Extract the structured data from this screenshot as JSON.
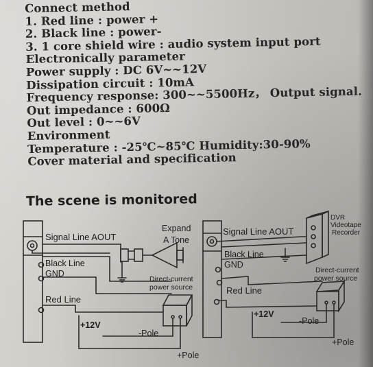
{
  "spec_lines": [
    "Connect method",
    "1. Red line : power +",
    "2. Black line : power-",
    "3. 1 core shield wire : audio system input port",
    "Electronically parameter",
    "Power supply : DC 6V~~12V",
    "Dissipation circuit : 10mA",
    "Frequency response: 300~~5500Hz， Output signal.",
    "Out impedance : 600Ω",
    "Out level : 0~~6V",
    "Environment",
    "Temperature : -25℃~85℃ Humidity:30-90%",
    "Cover material and specification"
  ],
  "scene_heading": "The scene is monitored",
  "diagram_left": {
    "signal_label": "Signal Line AOUT",
    "black_label": "Black Line",
    "gnd_label": "GND",
    "red_label": "Red Line",
    "expand_label": "Expand",
    "tone_label": "A Tone",
    "direct_label": "Direct-current",
    "power_label": "power source",
    "v12_label": "+12V",
    "minus_pole": "-Pole",
    "plus_pole": "+Pole"
  },
  "diagram_right": {
    "signal_label": "Signal Line AOUT",
    "black_label": "Black Line",
    "gnd_label": "GND",
    "red_label": "Red Line",
    "dvr_label": "DVR",
    "videotape_label": "Videotape",
    "recorder_label": "Recorder",
    "direct_label": "Direct-current",
    "power_label": "power source",
    "v12_label": "+12V",
    "minus_pole": "-Pole",
    "plus_pole": "+Pole"
  }
}
